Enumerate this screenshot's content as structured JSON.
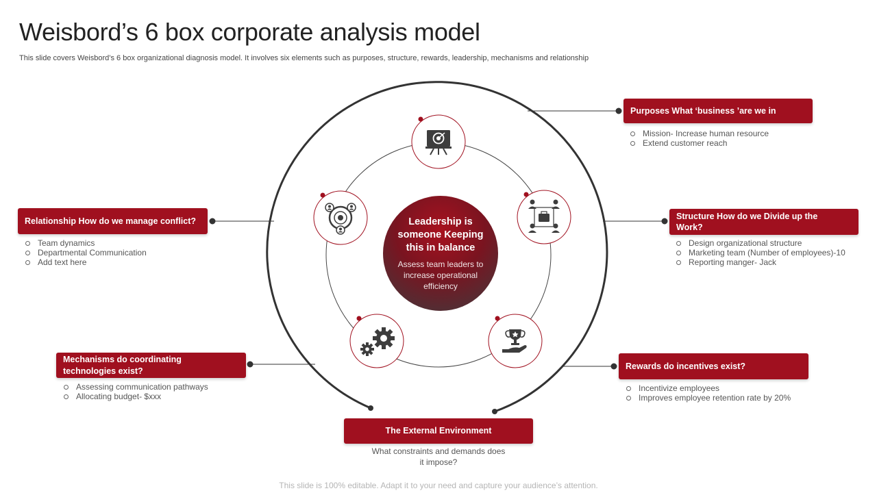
{
  "slide": {
    "title": "Weisbord’s 6 box corporate analysis model",
    "subtitle": "This slide covers Weisbord’s 6 box organizational diagnosis model. It involves six elements such as purposes, structure, rewards, leadership, mechanisms and relationship",
    "footer": "This slide is 100% editable. Adapt it to your need and capture your audience’s attention."
  },
  "center": {
    "title": "Leadership is someone Keeping this in balance",
    "description": "Assess team leaders to increase operational efficiency"
  },
  "boxes": {
    "purposes": {
      "label": "Purposes What ‘business ’are we in",
      "points": [
        "Mission- Increase human resource",
        "Extend customer reach"
      ]
    },
    "structure": {
      "label": "Structure How do we Divide up the Work?",
      "points": [
        "Design organizational structure",
        "Marketing team (Number of employees)-10",
        "Reporting manger- Jack"
      ]
    },
    "rewards": {
      "label": "Rewards do incentives exist?",
      "points": [
        "Incentivize employees",
        "Improves employee retention rate by 20%"
      ]
    },
    "mechanisms": {
      "label": "Mechanisms do coordinating technologies exist?",
      "points": [
        "Assessing communication pathways",
        "Allocating budget- $xxx"
      ]
    },
    "relationship": {
      "label": "Relationship How do we manage conflict?",
      "points": [
        "Team dynamics",
        "Departmental Communication",
        "Add text here"
      ]
    },
    "environment": {
      "label": "The External Environment",
      "description": "What constraints and demands does it impose?"
    }
  },
  "icons": [
    "presentation-target-icon",
    "team-structure-icon",
    "trophy-hand-icon",
    "gears-icon",
    "network-people-icon"
  ],
  "colors": {
    "accent": "#a0101f",
    "dark": "#3f3a3d",
    "line": "#333333"
  }
}
